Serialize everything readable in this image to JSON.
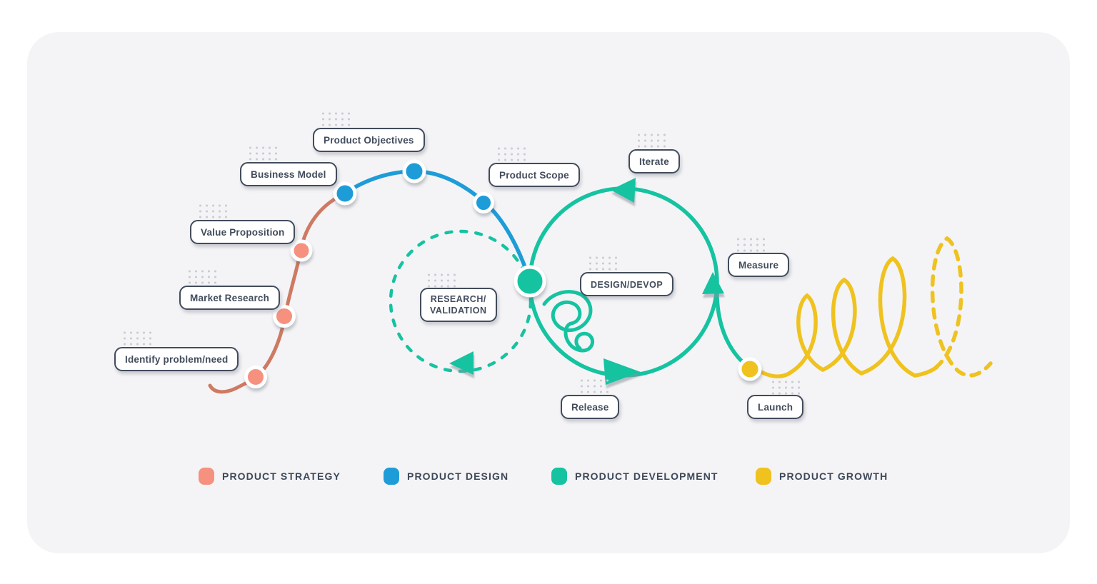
{
  "colors": {
    "product_strategy": "#F6917F",
    "strategy_line": "#CE7A63",
    "product_design": "#1E9CD8",
    "product_development": "#15C3A1",
    "product_growth": "#EFC21F",
    "label_ink": "#424C5C",
    "card_background": "#F4F4F6",
    "node_ring": "#FFFFFF"
  },
  "nodes": {
    "identify": "Identify problem/need",
    "market_research": "Market Research",
    "value_proposition": "Value Proposition",
    "business_model": "Business Model",
    "product_objectives": "Product Objectives",
    "product_scope": "Product Scope",
    "research_validation": "RESEARCH/\nVALIDATION",
    "design_devop": "DESIGN/DEVOP",
    "iterate": "Iterate",
    "measure": "Measure",
    "release": "Release",
    "launch": "Launch"
  },
  "legend": {
    "items": [
      {
        "label": "PRODUCT STRATEGY",
        "color": "#F6917F"
      },
      {
        "label": "PRODUCT DESIGN",
        "color": "#1E9CD8"
      },
      {
        "label": "PRODUCT DEVELOPMENT",
        "color": "#15C3A1"
      },
      {
        "label": "PRODUCT GROWTH",
        "color": "#EFC21F"
      }
    ]
  }
}
